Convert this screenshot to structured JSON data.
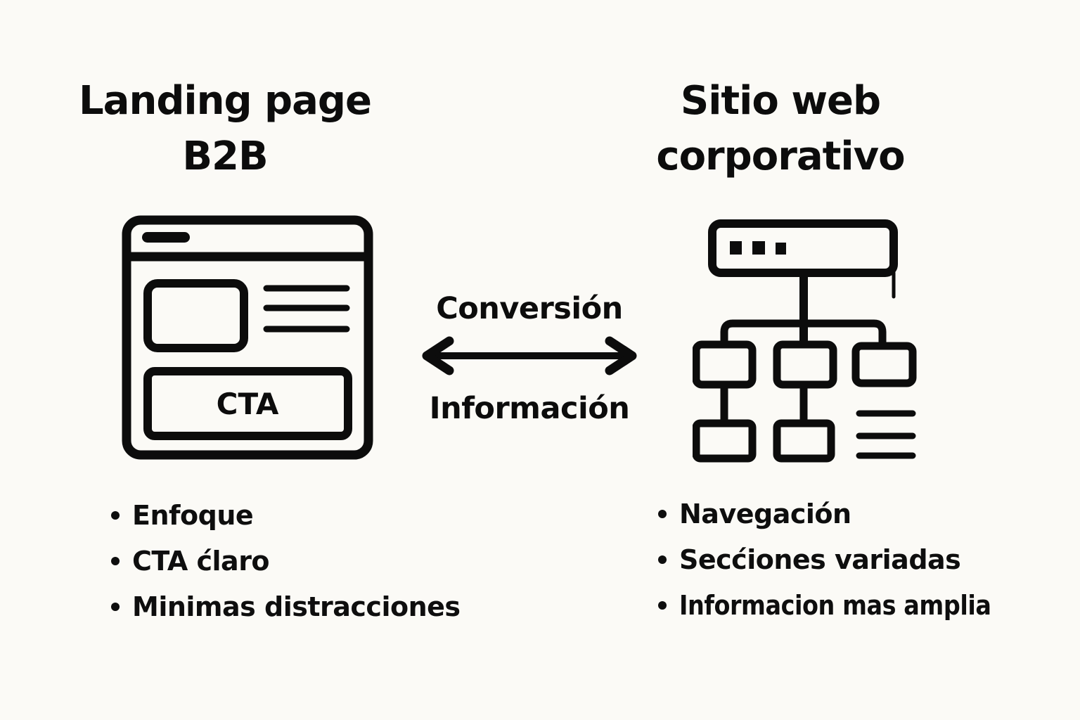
{
  "page": {
    "background_color": "#fbfaf6",
    "ink_color": "#0c0c0c"
  },
  "left": {
    "title_line1": "Landing page",
    "title_line2": "B2B",
    "icon": "landing-page-wireframe-icon",
    "cta_label": "CTA",
    "bullets": [
      "Enfoque",
      "CTA ćlaro",
      "Minimas distracciones"
    ]
  },
  "center": {
    "top_label": "Conversión",
    "bottom_label": "Información",
    "arrow_icon": "double-headed-arrow-icon"
  },
  "right": {
    "title_line1": "Sitio web",
    "title_line2": "corporativo",
    "icon": "sitemap-icon",
    "bullets": [
      "Navegación",
      "Secćiones variadas",
      "Informacion mas amplia"
    ]
  }
}
